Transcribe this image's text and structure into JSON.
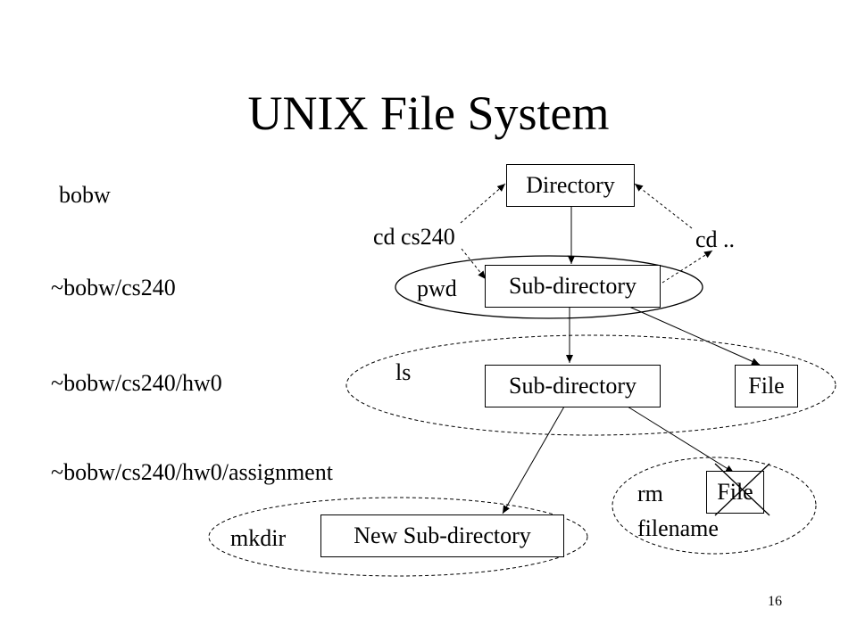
{
  "slide": {
    "title": "UNIX File System",
    "page_number": "16"
  },
  "paths": {
    "home": "bobw",
    "cs240": "~bobw/cs240",
    "hw0": "~bobw/cs240/hw0",
    "assignment": "~bobw/cs240/hw0/assignment"
  },
  "nodes": {
    "directory": "Directory",
    "subdir_1": "Sub-directory",
    "subdir_2": "Sub-directory",
    "file_1": "File",
    "file_2": "File",
    "new_subdir": "New Sub-directory"
  },
  "commands": {
    "cd_cs240": "cd cs240",
    "cd_up": "cd ..",
    "pwd": "pwd",
    "ls": "ls",
    "mkdir": "mkdir",
    "rm_line1": "rm",
    "rm_line2": "filename"
  }
}
